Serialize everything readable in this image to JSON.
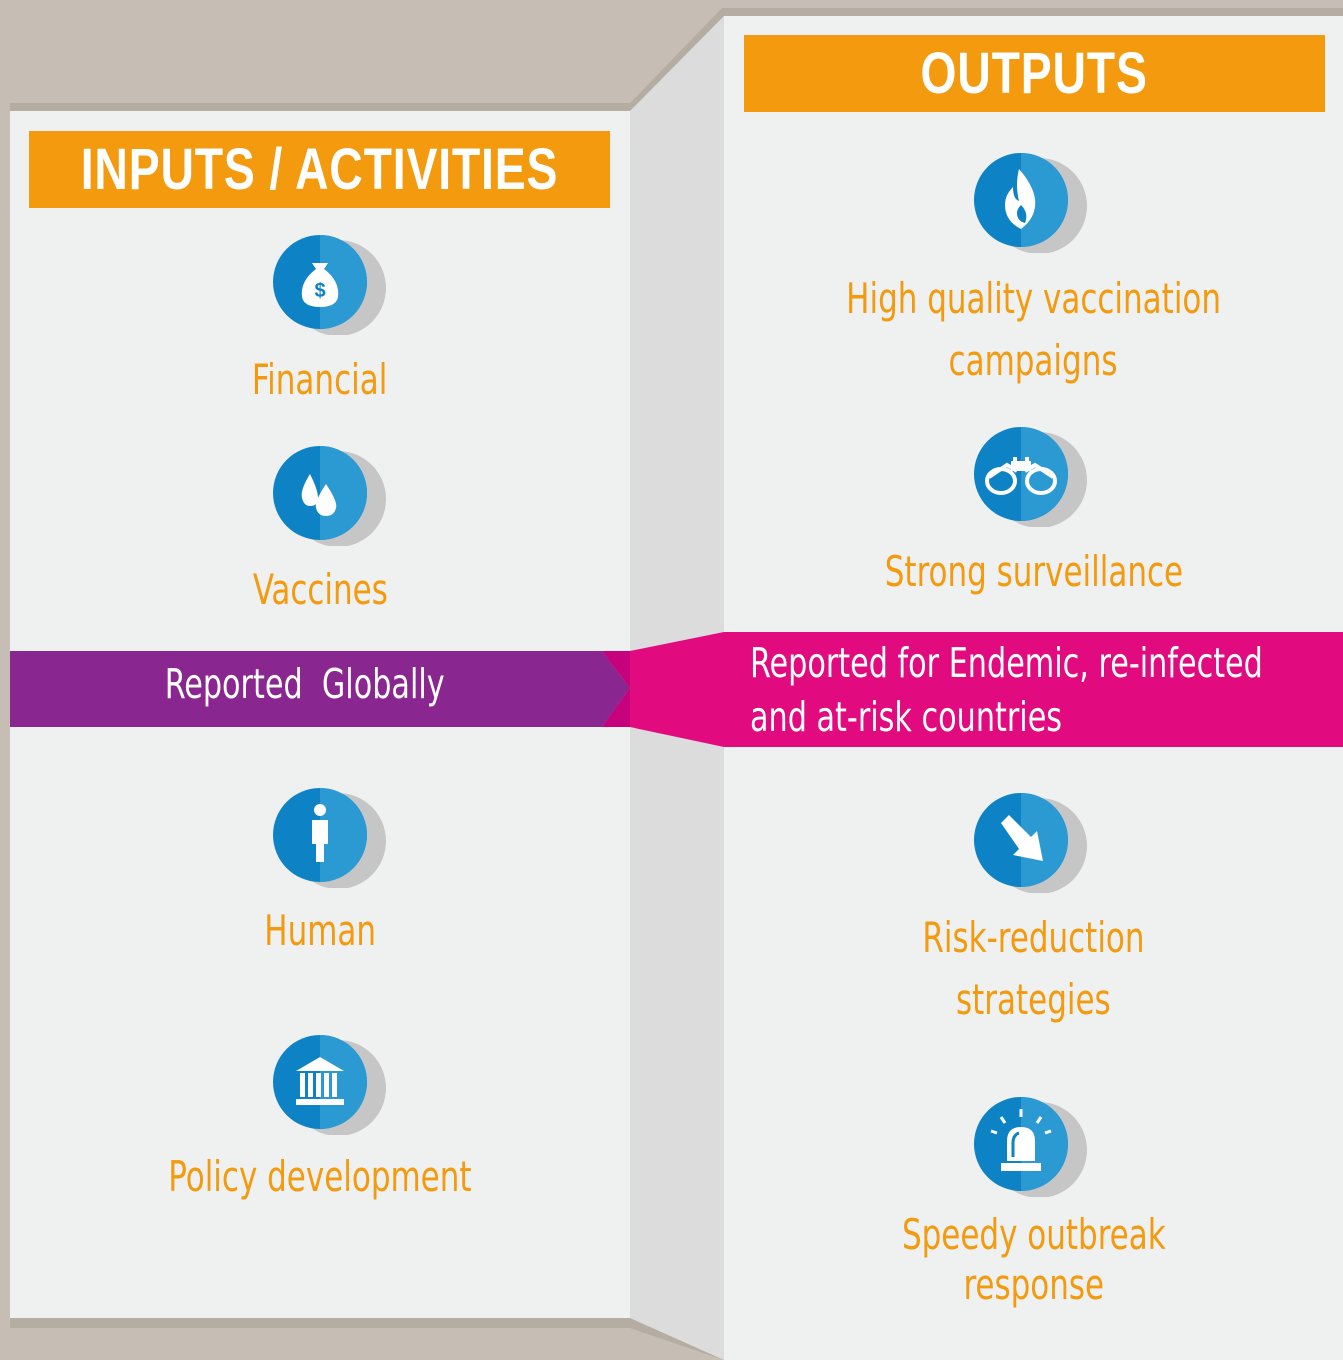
{
  "inputs": {
    "header": "INPUTS / ACTIVITIES",
    "items": [
      {
        "label": "Financial",
        "icon": "money-bag-icon"
      },
      {
        "label": "Vaccines",
        "icon": "drops-icon"
      },
      {
        "label": "Human",
        "icon": "person-icon"
      },
      {
        "label": "Policy development",
        "icon": "government-building-icon"
      }
    ],
    "band": "Reported  Globally"
  },
  "outputs": {
    "header": "OUTPUTS",
    "items": [
      {
        "line1": "High quality vaccination",
        "line2": "campaigns",
        "icon": "flame-icon"
      },
      {
        "line1": "Strong surveillance",
        "line2": "",
        "icon": "binoculars-icon"
      },
      {
        "line1": "Risk-reduction",
        "line2": "strategies",
        "icon": "arrow-down-right-icon"
      },
      {
        "line1": "Speedy outbreak",
        "line2": "response",
        "icon": "alarm-siren-icon"
      }
    ],
    "band_line1": "Reported for Endemic, re-infected",
    "band_line2": "and at-risk countries"
  },
  "colors": {
    "accent_orange": "#f39a0e",
    "icon_blue": "#0d83c5",
    "icon_blue_light": "#2c9ad2",
    "band_purple": "#8a268f",
    "band_magenta": "#e10a7f",
    "panel_bg": "#eff0f0",
    "fold_bg": "#dcdcdc",
    "backdrop": "#c6beb4"
  }
}
